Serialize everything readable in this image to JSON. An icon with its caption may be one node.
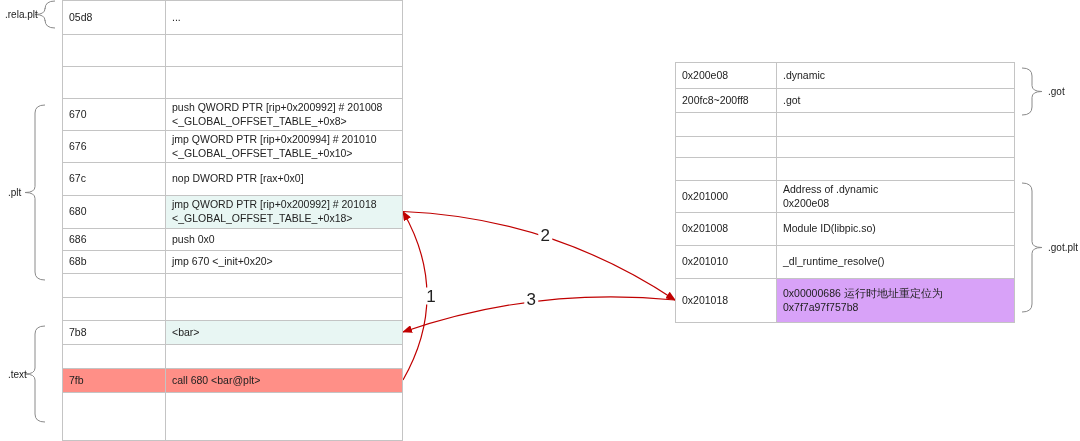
{
  "diagram": {
    "nodes": [
      {
        "text": [
          "05d8",
          "..."
        ]
      },
      {
        "text": [],
        "shape": "box"
      },
      {
        "text": [],
        "shape": "box"
      },
      {
        "text": [
          "670",
          "push QWORD PTR [rip+0x200992] # 201008 <_GLOBAL_OFFSET_TABLE_+0x8>"
        ]
      },
      {
        "text": [
          "676",
          "jmp QWORD PTR [rip+0x200994] # 201010 <_GLOBAL_OFFSET_TABLE_+0x10>"
        ]
      },
      {
        "text": [
          "67c",
          "nop DWORD PTR [rax+0x0]"
        ]
      },
      {
        "text": [
          "680",
          "jmp QWORD PTR [rip+0x200992] # 201018 <_GLOBAL_OFFSET_TABLE_+0x18>"
        ]
      },
      {
        "text": [
          "686",
          "push 0x0"
        ]
      },
      {
        "text": [
          "68b",
          "jmp 670 <_init+0x20>"
        ]
      },
      {
        "text": [],
        "shape": "box"
      },
      {
        "text": [],
        "shape": "box"
      },
      {
        "text": [
          "7b8",
          "<bar>"
        ]
      },
      {
        "text": [],
        "shape": "box"
      },
      {
        "text": [
          "7fb",
          "call 680 <bar@plt>"
        ]
      },
      {
        "text": [],
        "shape": "box"
      },
      {
        "text": [
          "0x200e08",
          ".dynamic"
        ]
      },
      {
        "text": [
          "200fc8~200ff8",
          ".got"
        ]
      },
      {
        "text": [],
        "shape": "box"
      },
      {
        "text": [],
        "shape": "box"
      },
      {
        "text": [],
        "shape": "box"
      },
      {
        "text": [
          "0x201000",
          "Address of .dynamic 0x200e08"
        ]
      },
      {
        "text": [
          "0x201008",
          "Module ID(libpic.so)"
        ]
      },
      {
        "text": [
          "0x201010",
          "_dl_runtime_resolve()"
        ]
      },
      {
        "text": [
          "0x201018",
          "0x00000686 运行时地址重定位为 0x7f7a97f757b8"
        ]
      }
    ],
    "edges": [
      {
        "from": 13,
        "to": 6,
        "arrow": "to",
        "label": "1"
      },
      {
        "from": 6,
        "to": 23,
        "arrow": "to",
        "label": "2"
      },
      {
        "from": 23,
        "to": 11,
        "arrow": "to",
        "label": "3"
      }
    ],
    "labels": [
      ".rela.plt",
      ".plt",
      ".text",
      ".got",
      ".got.plt"
    ]
  }
}
